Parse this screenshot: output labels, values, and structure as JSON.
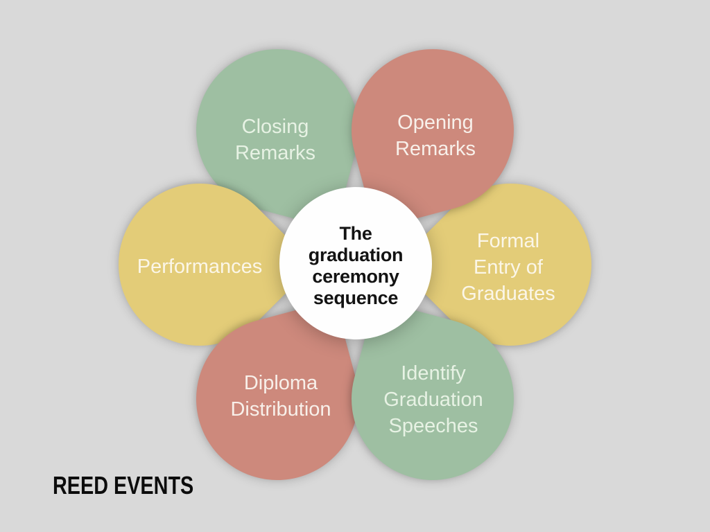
{
  "background_color": "#d9d9d9",
  "center": {
    "title": "The\ngraduation\nceremony\nsequence",
    "circle_color": "#fefefe",
    "text_color": "#131313"
  },
  "petals": [
    {
      "id": "opening-remarks",
      "label": "Opening\nRemarks",
      "color": "#cd897c",
      "text_color": "#f8f0ea",
      "angle_deg": 300
    },
    {
      "id": "formal-entry",
      "label": "Formal\nEntry of\nGraduates",
      "color": "#e3cc78",
      "text_color": "#fbf6e8",
      "angle_deg": 0
    },
    {
      "id": "identify-speeches",
      "label": "Identify\nGraduation\nSpeeches",
      "color": "#9ebfa2",
      "text_color": "#e7f2e4",
      "angle_deg": 60
    },
    {
      "id": "diploma-distribution",
      "label": "Diploma\nDistribution",
      "color": "#cd897c",
      "text_color": "#f8f0ea",
      "angle_deg": 120
    },
    {
      "id": "performances",
      "label": "Performances",
      "color": "#e3cc78",
      "text_color": "#fbf6e8",
      "angle_deg": 180
    },
    {
      "id": "closing-remarks",
      "label": "Closing\nRemarks",
      "color": "#9ebfa2",
      "text_color": "#e7f2e4",
      "angle_deg": 240
    }
  ],
  "footer": {
    "brand": "REED EVENTS"
  }
}
